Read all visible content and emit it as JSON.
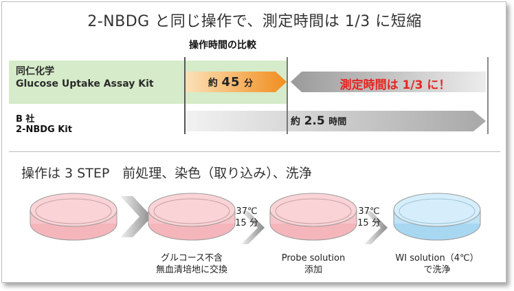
{
  "title": "2-NBDG と同じ操作で、測定時間は 1/3 に短縮",
  "comparison": {
    "heading": "操作時間の比較",
    "dojindo": {
      "name": "同仁化学",
      "kit": "Glucose Uptake Assay Kit",
      "time_prefix": "約",
      "time_value": "45",
      "time_unit": "分",
      "callout": "測定時間は 1/3 に！"
    },
    "competitor": {
      "name": "B 社",
      "kit": "2-NBDG Kit",
      "time_prefix": "約",
      "time_value": "2.5",
      "time_unit": "時間"
    }
  },
  "steps": {
    "title": "操作は 3 STEP　前処理、染色（取り込み）、洗浄",
    "conditions": [
      {
        "temp": "37℃",
        "time": "15 分"
      },
      {
        "temp": "37℃",
        "time": "15 分"
      }
    ],
    "captions": [
      {
        "line1": "グルコース不含",
        "line2": "無血清培地に交換"
      },
      {
        "line1": "Probe solution",
        "line2": "添加"
      },
      {
        "line1": "WI solution（4℃）",
        "line2": "で洗浄"
      }
    ]
  },
  "colors": {
    "green_band": "#d6ebc9",
    "orange_arrow": "#f29a2e",
    "red_text": "#e8231f",
    "pink_dish": "#f7c5c9",
    "blue_dish": "#bfe3f7"
  }
}
